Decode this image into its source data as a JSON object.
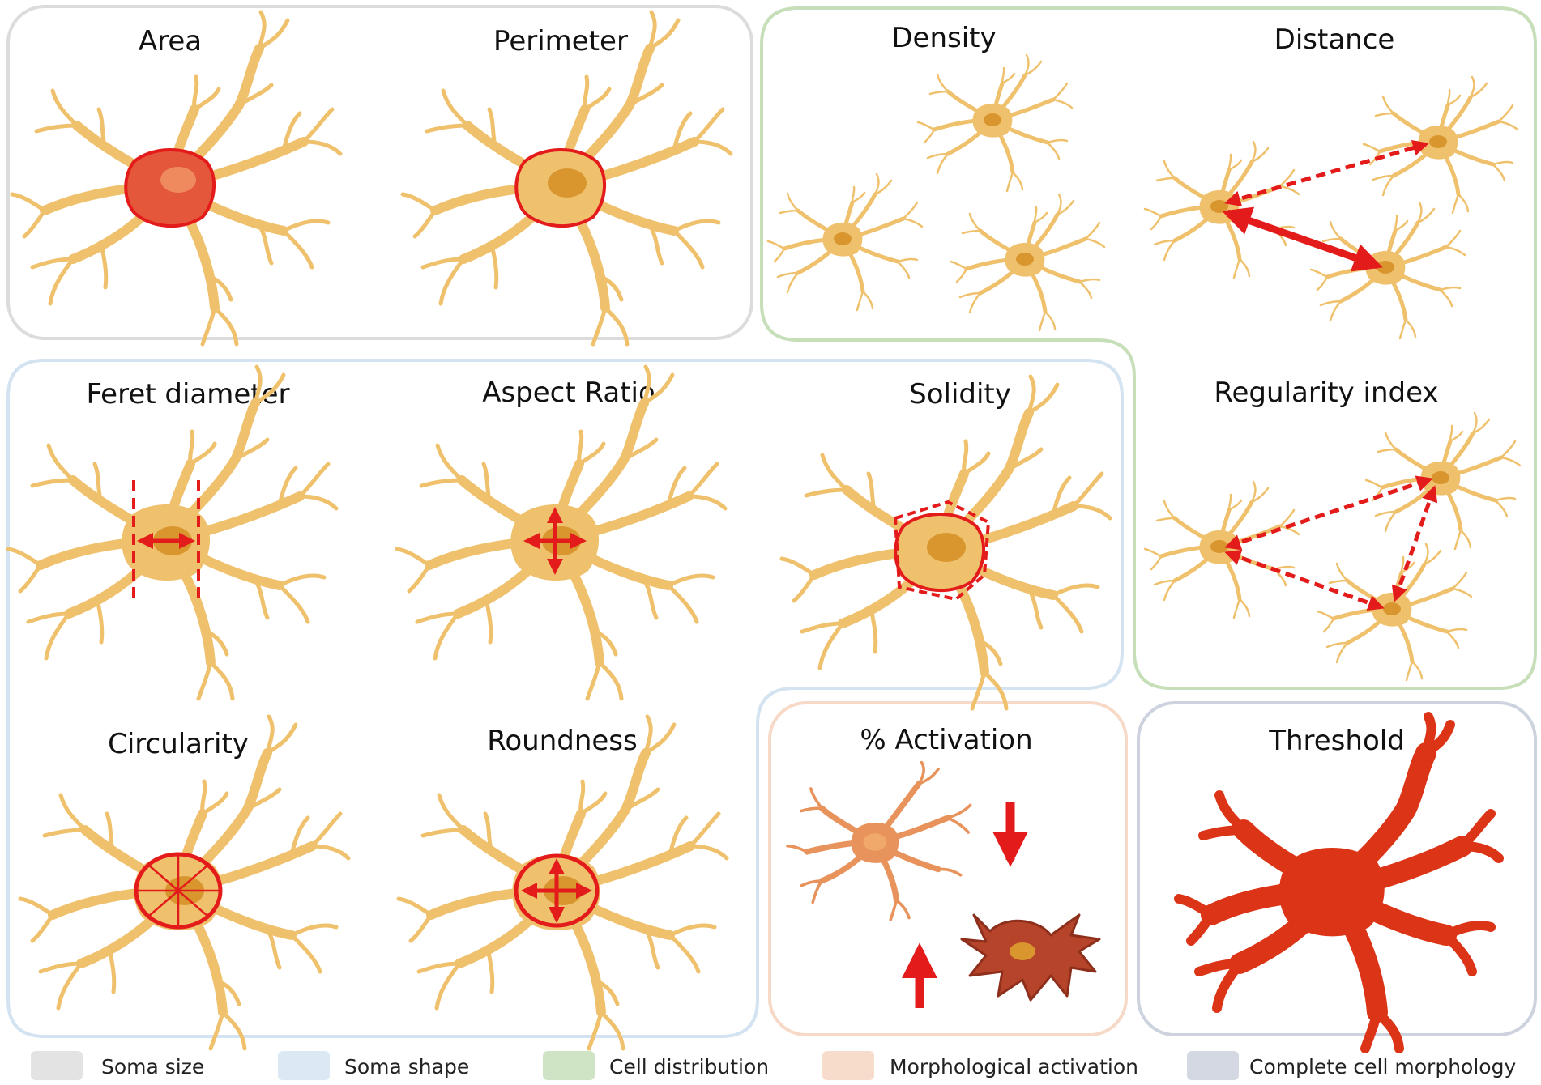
{
  "panels": {
    "area": "Area",
    "perimeter": "Perimeter",
    "density": "Density",
    "distance": "Distance",
    "feret": "Feret diameter",
    "aspect": "Aspect Ratio",
    "solidity": "Solidity",
    "regularity": "Regularity index",
    "circularity": "Circularity",
    "roundness": "Roundness",
    "activation": "% Activation",
    "threshold": "Threshold"
  },
  "legend": [
    {
      "label": "Soma size",
      "color": "#e3e3e3"
    },
    {
      "label": "Soma shape",
      "color": "#dce8f3"
    },
    {
      "label": "Cell distribution",
      "color": "#cfe3c5"
    },
    {
      "label": "Morphological activation",
      "color": "#f8dccb"
    },
    {
      "label": "Complete cell morphology",
      "color": "#d3d8e2"
    }
  ],
  "colors": {
    "cell": "#efc16d",
    "cell_stroke": "#d89a38",
    "nucleus": "#d9962f",
    "marker": "#e31b1b",
    "activated_light": "#e8935c",
    "activated_dark": "#b5442a",
    "threshold": "#dc3416"
  }
}
